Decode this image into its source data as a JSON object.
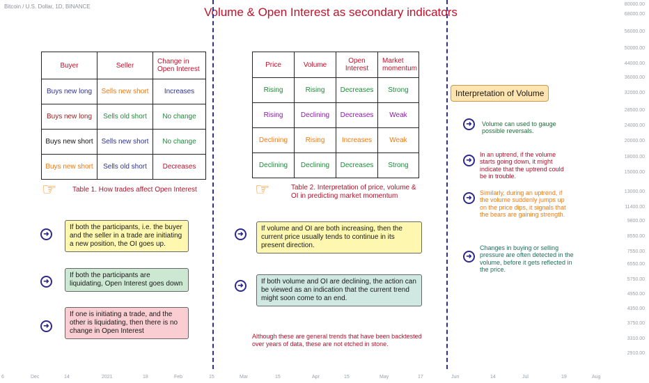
{
  "symbol": "Bitcoin / U.S. Dollar, 1D, BINANCE",
  "title": "Volume & Open Interest as secondary indicators",
  "price_axis": [
    "80000.00",
    "68000.00",
    "56000.00",
    "50000.00",
    "44000.00",
    "36000.00",
    "32000.00",
    "28500.00",
    "24000.00",
    "20000.00",
    "18000.00",
    "15000.00",
    "13000.00",
    "11400.00",
    "9800.00",
    "8550.00",
    "7550.00",
    "6550.00",
    "5750.00",
    "4950.00",
    "4350.00",
    "3750.00",
    "3310.00",
    "2910.00"
  ],
  "time_axis": [
    "6",
    "Dec",
    "14",
    "2021",
    "18",
    "Feb",
    "15",
    "Mar",
    "15",
    "Apr",
    "15",
    "May",
    "17",
    "Jun",
    "14",
    "Jul",
    "19",
    "Aug"
  ],
  "table1": {
    "headers": [
      "Buyer",
      "Seller",
      "Change in Open Interest"
    ],
    "rows": [
      [
        "Buys new long",
        "Sells new short",
        "Increases"
      ],
      [
        "Buys new long",
        "Sells old short",
        "No change"
      ],
      [
        "Buys new short",
        "Sells new short",
        "No change"
      ],
      [
        "Buys new short",
        "Sells old short",
        "Decreases"
      ]
    ],
    "caption": "Table 1. How trades affect Open Interest"
  },
  "table2": {
    "headers": [
      "Price",
      "Volume",
      "Open Interest",
      "Market momentum"
    ],
    "rows": [
      [
        "Rising",
        "Rising",
        "Decreases",
        "Strong"
      ],
      [
        "Rising",
        "Declining",
        "Decreases",
        "Weak"
      ],
      [
        "Declining",
        "Rising",
        "Increases",
        "Weak"
      ],
      [
        "Declining",
        "Declining",
        "Decreases",
        "Strong"
      ]
    ],
    "caption": "Table 2. Interpretation of price, volume & OI in predicting market momentum"
  },
  "left_boxes": [
    "If both the participants, i.e. the buyer and the seller in a trade are initiating a new position, the OI goes up.",
    "If both the participants are liquidating, Open Interest goes down",
    "If one is initiating a trade, and the other is liquidating, then there is no change in Open Interest"
  ],
  "middle_boxes": [
    "If volume and OI are both increasing, then the current price usually tends to continue in its present direction.",
    "If both volume and OI are declining, the action can be viewed as an indication that the current trend might soon come to an end."
  ],
  "disclaimer": "Although these are general trends that have been backtested over years of data, these are not etched in stone.",
  "interpretation": {
    "title": "Interpretation of Volume",
    "notes": [
      "Volume can used to gauge possible reversals.",
      "In an uptrend, if the volume starts going down, it might indicate that the uptrend could be in trouble.",
      "Similarly, during an uptrend, if the volume suddenly jumps up on the price dips, it signals that the bears are gaining strength.",
      "Changes in buying or selling pressure are often detected in the volume, before it gets reflected in the price."
    ]
  },
  "icons": {
    "arrow": "➜",
    "hand": "☞"
  },
  "colors": {
    "title": "#c0122b",
    "divider": "#2b2ea8",
    "box_yellow": "#fdf7b0",
    "box_green": "#cde8d2",
    "box_pink": "#f9cdd2",
    "box_teal": "#cfe8e2"
  }
}
